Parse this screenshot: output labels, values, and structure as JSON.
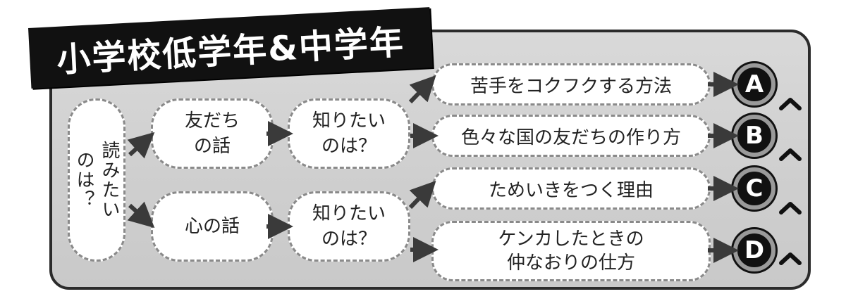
{
  "title": "小学校低学年&中学年",
  "root": {
    "label": "読みたい\nのは？"
  },
  "branches": [
    {
      "label": "友だち\nの話",
      "sub": "知りたい\nのは？",
      "leaves": [
        {
          "label": "苦手をコクフクする方法",
          "badge": "A"
        },
        {
          "label": "色々な国の友だちの作り方",
          "badge": "B"
        }
      ]
    },
    {
      "label": "心の話",
      "sub": "知りたい\nのは？",
      "leaves": [
        {
          "label": "ためいきをつく理由",
          "badge": "C"
        },
        {
          "label": "ケンカしたときの\n仲なおりの仕方",
          "badge": "D"
        }
      ]
    }
  ],
  "colors": {
    "panel": "#d0d0d0",
    "ink": "#111111",
    "border": "#8a8a8a"
  },
  "icons": {
    "arrow": "arrow-right-icon",
    "caret": "caret-up-icon"
  }
}
